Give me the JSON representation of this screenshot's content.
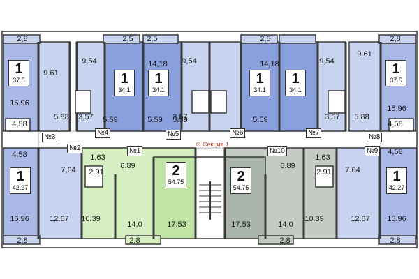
{
  "colors": {
    "blue_light": "#c8d3ef",
    "blue_mid": "#a9b8e6",
    "blue_dark": "#8aa0dc",
    "green_light": "#d6efc2",
    "green_mid": "#bfe4a6",
    "gray_light": "#c3cbc3",
    "gray_mid": "#a9b5aa",
    "corridor": "#ffffff",
    "wall": "#3a3a3a",
    "section_mark": "#c0392b"
  },
  "section": {
    "label": "Секция 1",
    "icon": "pin-icon"
  },
  "apartments": [
    {
      "id": "a3",
      "number": "№3",
      "rooms": "1",
      "area": "37.5"
    },
    {
      "id": "a4",
      "number": "№4",
      "rooms": "1",
      "area": "34.1"
    },
    {
      "id": "a5",
      "number": "№5",
      "rooms": "1",
      "area": "34.1"
    },
    {
      "id": "a6",
      "number": "№6",
      "rooms": "1",
      "area": "34.1"
    },
    {
      "id": "a7",
      "number": "№7",
      "rooms": "1",
      "area": "34.1"
    },
    {
      "id": "a8",
      "number": "№8",
      "rooms": "1",
      "area": "37.5"
    },
    {
      "id": "a2",
      "number": "№2",
      "rooms": "1",
      "area": "42.27"
    },
    {
      "id": "a1",
      "number": "№1",
      "rooms": "2",
      "area": "54.75"
    },
    {
      "id": "a10",
      "number": "№10",
      "rooms": "2",
      "area": "54.75"
    },
    {
      "id": "a9",
      "number": "№9",
      "rooms": "1",
      "area": "42.27"
    }
  ],
  "room_areas": [
    "2,8",
    "9.61",
    "15.96",
    "5.88",
    "4,58",
    "2,5",
    "9,54",
    "3,57",
    "5.59",
    "2,5",
    "14,18",
    "5.59",
    "3,57",
    "9,54",
    "5.59",
    "2,5",
    "14,18",
    "5.59",
    "9,54",
    "3,57",
    "5.88",
    "2,8",
    "9.61",
    "15.96",
    "4,58",
    "4,58",
    "7,64",
    "15.96",
    "12.67",
    "2,8",
    "1,63",
    "2.91",
    "6.89",
    "10.39",
    "14,0",
    "17.53",
    "2,8",
    "17.53",
    "14,0",
    "2,8",
    "6.89",
    "1,63",
    "2.91",
    "10.39",
    "7.64",
    "4,58",
    "12.67",
    "15.96",
    "2,8"
  ]
}
